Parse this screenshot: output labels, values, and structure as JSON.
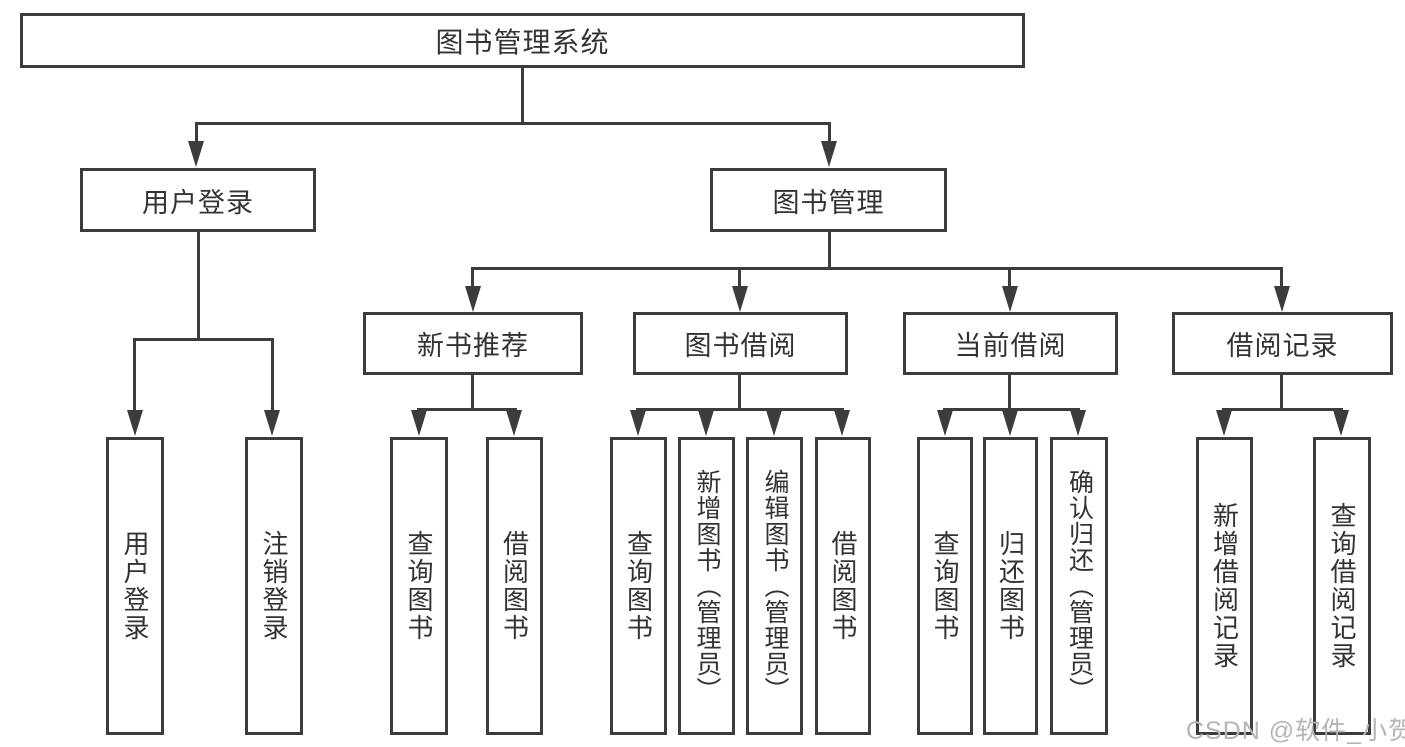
{
  "diagram_type": "tree",
  "tree": {
    "root": {
      "label": "图书管理系统",
      "children": [
        {
          "label": "用户登录",
          "children": [
            {
              "label": "用户登录"
            },
            {
              "label": "注销登录"
            }
          ]
        },
        {
          "label": "图书管理",
          "children": [
            {
              "label": "新书推荐",
              "children": [
                {
                  "label": "查询图书"
                },
                {
                  "label": "借阅图书"
                }
              ]
            },
            {
              "label": "图书借阅",
              "children": [
                {
                  "label": "查询图书"
                },
                {
                  "label": "新增图书（管理员）"
                },
                {
                  "label": "编辑图书（管理员）"
                },
                {
                  "label": "借阅图书"
                }
              ]
            },
            {
              "label": "当前借阅",
              "children": [
                {
                  "label": "查询图书"
                },
                {
                  "label": "归还图书"
                },
                {
                  "label": "确认归还（管理员）"
                }
              ]
            },
            {
              "label": "借阅记录",
              "children": [
                {
                  "label": "新增借阅记录"
                },
                {
                  "label": "查询借阅记录"
                }
              ]
            }
          ]
        }
      ]
    }
  },
  "watermark": {
    "text": "CSDN @软件_小贺同学"
  },
  "colors": {
    "background": "#ffffff",
    "line": "#3c3c3c",
    "text": "#333333",
    "watermark": "#b5b5b5"
  }
}
